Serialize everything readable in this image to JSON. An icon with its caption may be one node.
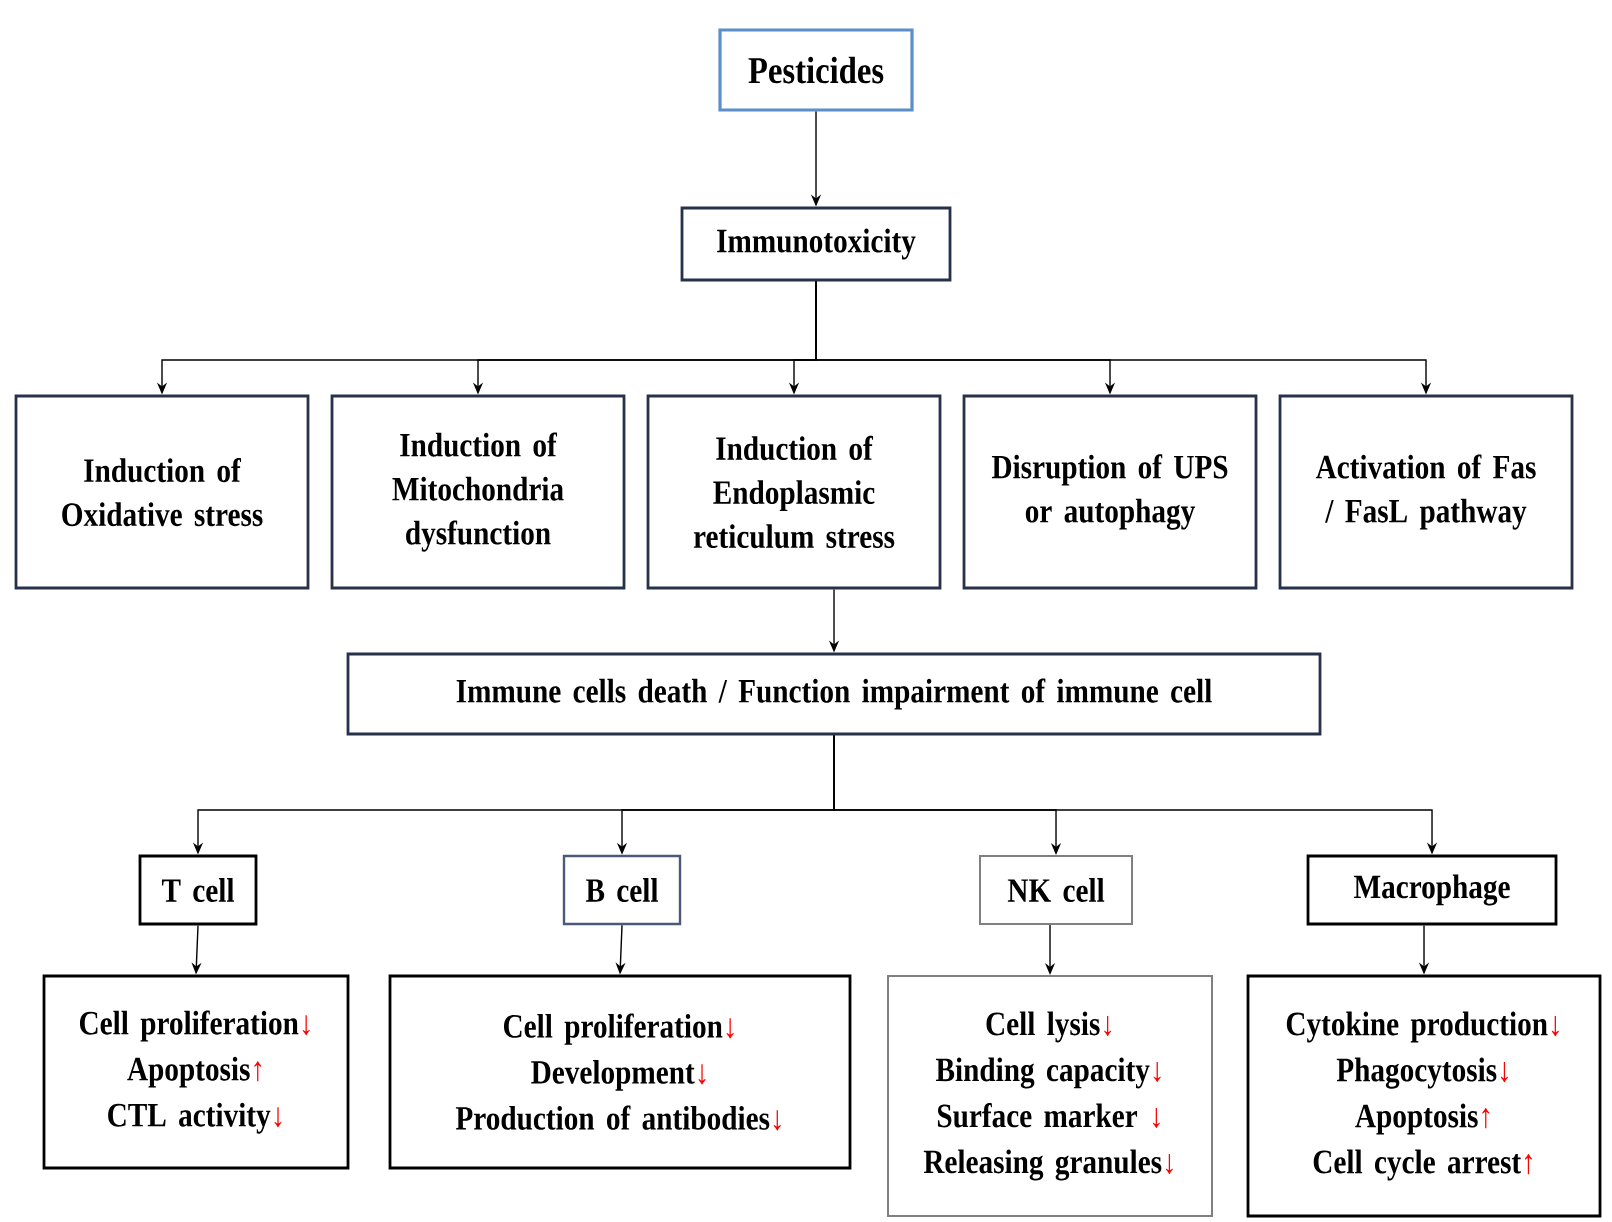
{
  "diagram": {
    "nodes": [
      {
        "text": [
          "Pesticides"
        ]
      },
      {
        "text": [
          "Immunotoxicity"
        ]
      },
      {
        "text": [
          "Induction of Oxidative stress"
        ]
      },
      {
        "text": [
          "Induction of Mitochondria dysfunction"
        ]
      },
      {
        "text": [
          "Induction of Endoplasmic reticulum stress"
        ]
      },
      {
        "text": [
          "Disruption of UPS or autophagy"
        ]
      },
      {
        "text": [
          "Activation of Fas / FasL pathway"
        ]
      },
      {
        "text": [
          "Immune cells death / Function impairment of immune cell"
        ]
      },
      {
        "text": [
          "T cell"
        ]
      },
      {
        "text": [
          "B cell"
        ]
      },
      {
        "text": [
          "NK cell"
        ]
      },
      {
        "text": [
          "Macrophage"
        ]
      },
      {
        "text": [
          "Cell proliferation↓",
          "Apoptosis↑",
          "CTL activity↓"
        ]
      },
      {
        "text": [
          "Cell proliferation↓",
          "Development↓",
          "Production of antibodies↓"
        ]
      },
      {
        "text": [
          "Cell lysis↓",
          "Binding capacity↓",
          "Surface marker ↓",
          "Releasing granules↓"
        ]
      },
      {
        "text": [
          "Cytokine production↓",
          "Phagocytosis↓",
          "Apoptosis↑",
          "Cell cycle arrest↑"
        ]
      }
    ],
    "edges": [
      {
        "from": 0,
        "to": 1,
        "arrow": "to"
      },
      {
        "from": 1,
        "to": 2,
        "arrow": "to"
      },
      {
        "from": 1,
        "to": 3,
        "arrow": "to"
      },
      {
        "from": 1,
        "to": 4,
        "arrow": "to"
      },
      {
        "from": 1,
        "to": 5,
        "arrow": "to"
      },
      {
        "from": 1,
        "to": 6,
        "arrow": "to"
      },
      {
        "from": 4,
        "to": 7,
        "arrow": "to"
      },
      {
        "from": 7,
        "to": 8,
        "arrow": "to"
      },
      {
        "from": 7,
        "to": 9,
        "arrow": "to"
      },
      {
        "from": 7,
        "to": 10,
        "arrow": "to"
      },
      {
        "from": 7,
        "to": 11,
        "arrow": "to"
      },
      {
        "from": 8,
        "to": 12,
        "arrow": "to"
      },
      {
        "from": 9,
        "to": 13,
        "arrow": "to"
      },
      {
        "from": 10,
        "to": 14,
        "arrow": "to"
      },
      {
        "from": 11,
        "to": 15,
        "arrow": "to"
      }
    ]
  }
}
